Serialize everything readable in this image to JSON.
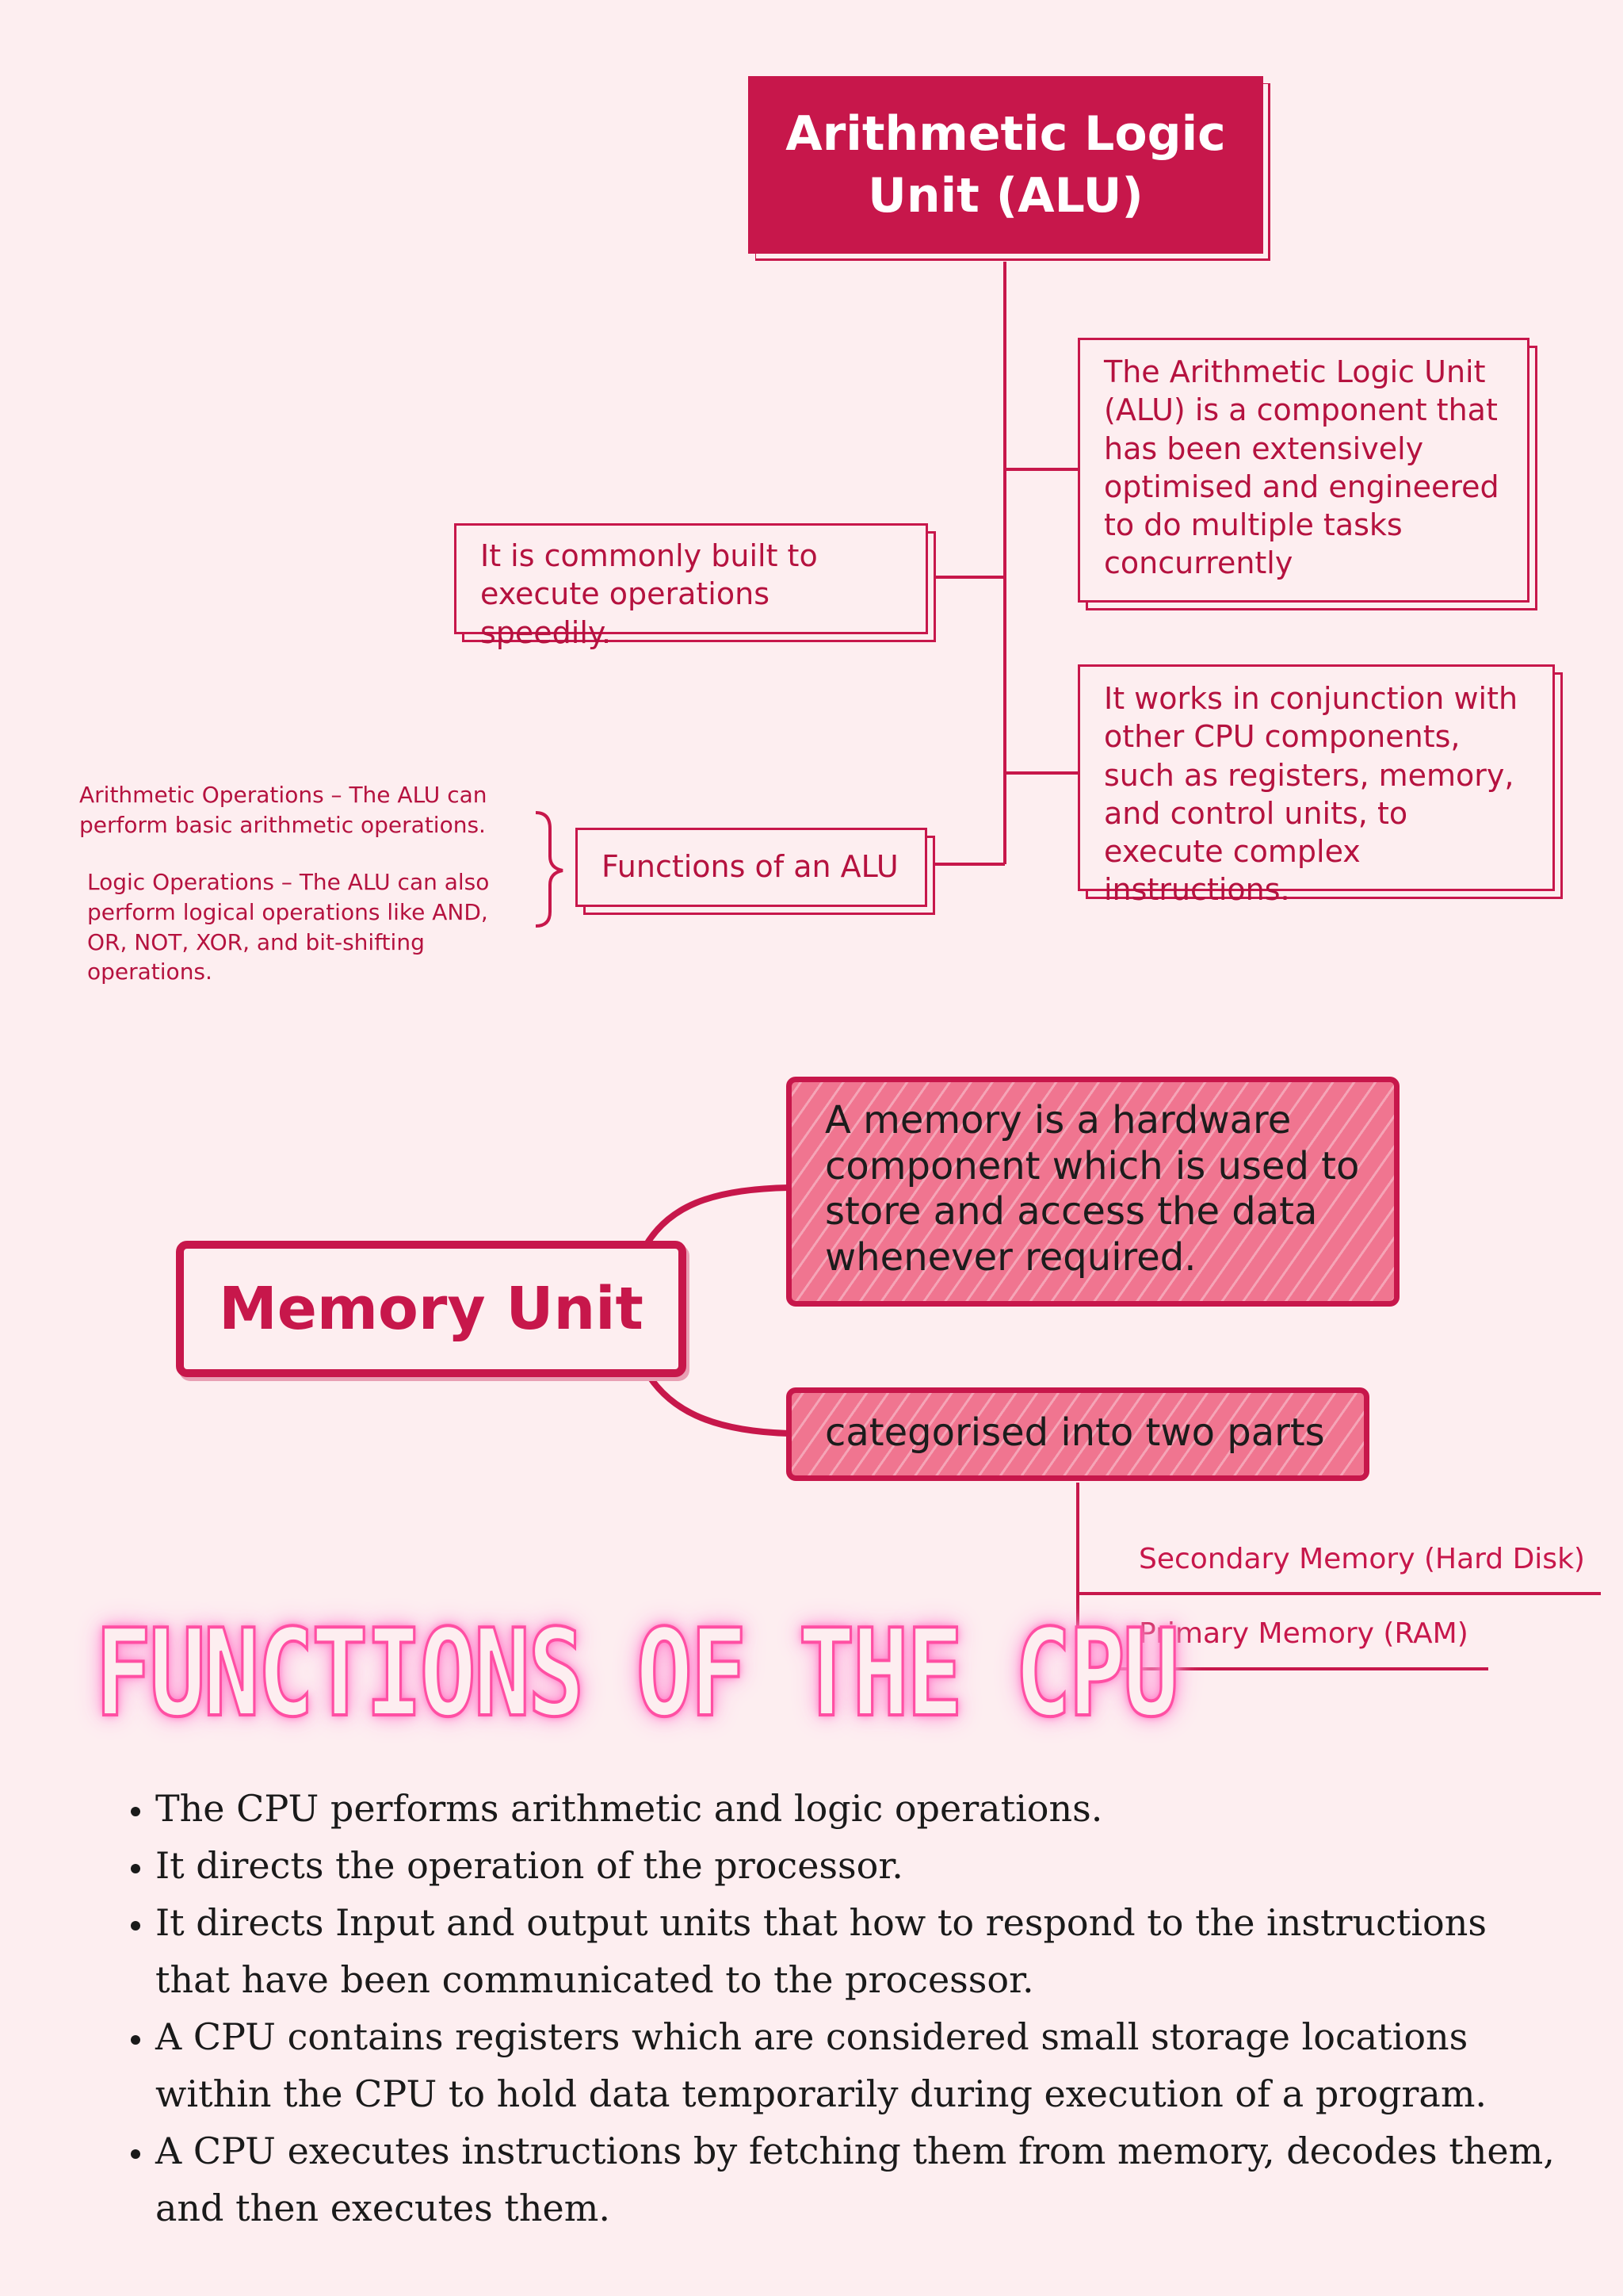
{
  "alu": {
    "title": "Arithmetic Logic Unit (ALU)",
    "desc_engineered": "The Arithmetic Logic Unit (ALU) is a component that has been extensively optimised and engineered to do multiple tasks concurrently",
    "speed": "It is commonly built to execute operations speedily.",
    "conjunction": "It works in conjunction with other CPU components, such as registers, memory, and control units, to execute complex instructions.",
    "functions_label": "Functions of an ALU",
    "arith_note": "Arithmetic Operations – The ALU can perform basic arithmetic operations.",
    "logic_note": "Logic Operations – The ALU can also perform logical operations like AND, OR, NOT, XOR, and bit-shifting operations."
  },
  "memory": {
    "title": "Memory Unit",
    "definition": "A memory is a hardware component which is used to store and access the data whenever required.",
    "categorised": "categorised into two parts",
    "types": [
      "Secondary Memory (Hard Disk)",
      "Primary Memory (RAM)"
    ]
  },
  "cpu": {
    "title": "FUNCTIONS OF THE CPU",
    "functions": [
      "The CPU performs arithmetic and logic operations.",
      "It directs the operation of the processor.",
      "It directs Input and output units that how to respond to the instructions that have been communicated to the processor.",
      "A CPU contains registers which are considered small storage locations within the CPU to hold data temporarily during execution of a program.",
      "A CPU executes instructions by fetching them from memory, decodes them, and then executes them."
    ]
  },
  "colors": {
    "primary": "#c7174b",
    "background": "#fdeef0",
    "hatch_fill": "#f07590",
    "neon": "#ff4fa3"
  }
}
